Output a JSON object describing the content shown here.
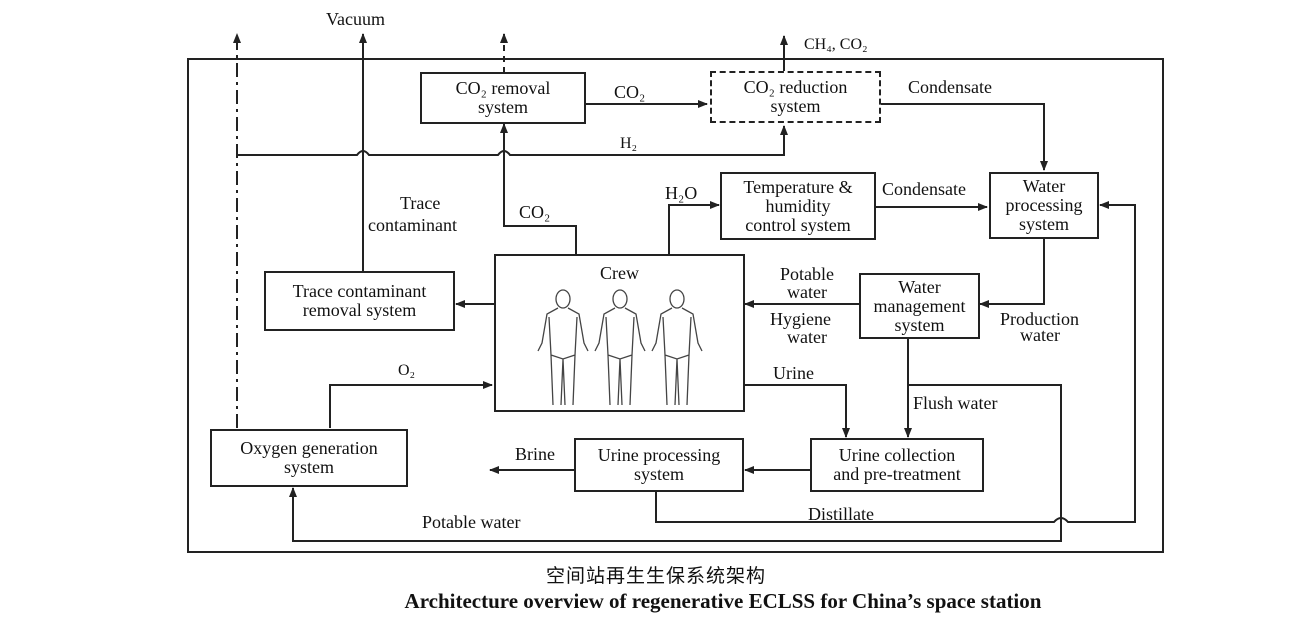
{
  "boxes": {
    "co2_removal": [
      "CO₂  removal",
      "system"
    ],
    "co2_reduction": [
      "CO₂  reduction",
      "system"
    ],
    "temp_humidity": [
      "Temperature &",
      "humidity",
      "control system"
    ],
    "water_processing": [
      "Water",
      "processing",
      "system"
    ],
    "trace_removal": [
      "Trace contaminant",
      "removal system"
    ],
    "crew": "Crew",
    "water_management": [
      "Water",
      "management",
      "system"
    ],
    "oxygen_generation": [
      "Oxygen generation",
      "system"
    ],
    "urine_processing": [
      "Urine processing",
      "system"
    ],
    "urine_collection": [
      "Urine collection",
      "and  pre-treatment"
    ]
  },
  "labels": {
    "vacuum": "Vacuum",
    "ch4_co2": "CH₄, CO₂",
    "co2_flow": "CO₂",
    "condensate_top": "Condensate",
    "h2": "H₂",
    "trace": "Trace",
    "contaminant": "contaminant",
    "co2_up": "CO₂",
    "h2o": "H₂O",
    "condensate_mid": "Condensate",
    "potable_water_in": "Potable",
    "potable_water_in2": "water",
    "hygiene": "Hygiene",
    "hygiene2": "water",
    "production": "Production",
    "production2": "water",
    "o2": "O₂",
    "urine": "Urine",
    "flush_water": "Flush water",
    "brine": "Brine",
    "distillate": "Distillate",
    "potable_water_bottom": "Potable water"
  },
  "caption": {
    "chinese": "空间站再生生保系统架构",
    "english": "Architecture overview of regenerative ECLSS for China’s space station"
  }
}
